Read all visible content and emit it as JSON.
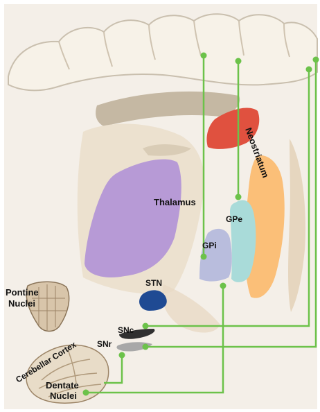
{
  "labels": {
    "neostriatum": "Neostriatum",
    "thalamus": "Thalamus",
    "gpe": "GPe",
    "gpi": "GPi",
    "stn": "STN",
    "pontine_line1": "Pontine",
    "pontine_line2": "Nuclei",
    "snc": "SNc",
    "snr": "SNr",
    "cerebellar_cortex": "Cerebellar Cortex",
    "dentate_line1": "Dentate",
    "dentate_line2": "Nuclei"
  },
  "colors": {
    "background": "#f4efe8",
    "cortex": "#f5efe4",
    "connection": "#6cc24a",
    "neostriatum": "#e0513f",
    "thalamus": "#b79ad6",
    "gpe": "#a9dbd9",
    "gpi": "#b9bddd",
    "putamen": "#fbbf78",
    "stn": "#1f4a93",
    "snc": "#303030",
    "snr": "#a8a8a8",
    "white_matter": "#ebdfcc",
    "callosum": "#c5b8a3"
  }
}
